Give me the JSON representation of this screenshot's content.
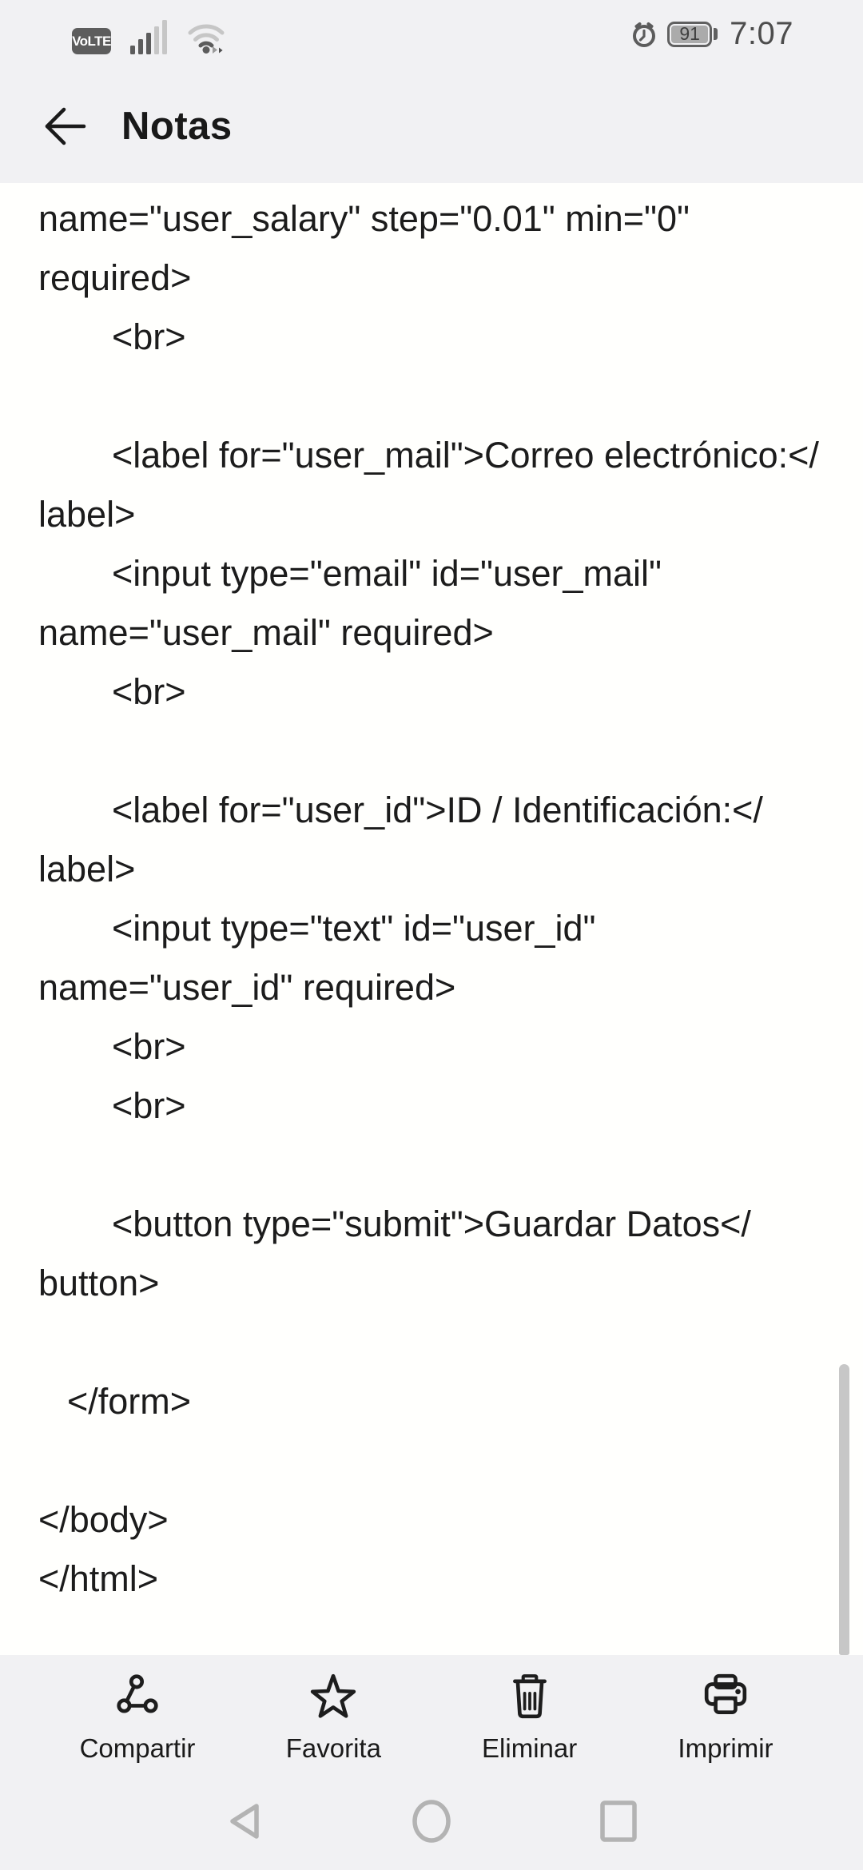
{
  "status_bar": {
    "volte_label": "VoLTE",
    "signal_icon": "signal-bars-icon",
    "wifi_icon": "wifi-icon",
    "alarm_icon": "alarm-clock-icon",
    "battery_icon": "battery-icon",
    "battery_percent": "91",
    "time": "7:07"
  },
  "header": {
    "back_icon": "arrow-left-icon",
    "title": "Notas"
  },
  "note": {
    "lines": [
      {
        "indent": 0,
        "text": "name=\"user_salary\" step=\"0.01\" min=\"0\""
      },
      {
        "indent": 0,
        "text": "required>"
      },
      {
        "indent": 1,
        "text": "<br>"
      },
      {
        "indent": 0,
        "text": ""
      },
      {
        "indent": 1,
        "text": "<label for=\"user_mail\">Correo electrónico:</"
      },
      {
        "indent": 0,
        "text": "label>"
      },
      {
        "indent": 1,
        "text": "<input type=\"email\" id=\"user_mail\""
      },
      {
        "indent": 0,
        "text": "name=\"user_mail\" required>"
      },
      {
        "indent": 1,
        "text": "<br>"
      },
      {
        "indent": 0,
        "text": ""
      },
      {
        "indent": 1,
        "text": "<label for=\"user_id\">ID / Identificación:</"
      },
      {
        "indent": 0,
        "text": "label>"
      },
      {
        "indent": 1,
        "text": "<input type=\"text\" id=\"user_id\""
      },
      {
        "indent": 0,
        "text": "name=\"user_id\" required>"
      },
      {
        "indent": 1,
        "text": "<br>"
      },
      {
        "indent": 1,
        "text": "<br>"
      },
      {
        "indent": 0,
        "text": ""
      },
      {
        "indent": 1,
        "text": "<button type=\"submit\">Guardar Datos</"
      },
      {
        "indent": 0,
        "text": "button>"
      },
      {
        "indent": 0,
        "text": ""
      },
      {
        "indent": 2,
        "text": "</form>"
      },
      {
        "indent": 0,
        "text": ""
      },
      {
        "indent": 0,
        "text": "</body>"
      },
      {
        "indent": 0,
        "text": "</html>"
      }
    ]
  },
  "toolbar": {
    "items": [
      {
        "icon": "share-icon",
        "label": "Compartir"
      },
      {
        "icon": "star-icon",
        "label": "Favorita"
      },
      {
        "icon": "trash-icon",
        "label": "Eliminar"
      },
      {
        "icon": "printer-icon",
        "label": "Imprimir"
      }
    ]
  },
  "nav_bar": {
    "items": [
      {
        "icon": "back-triangle-icon"
      },
      {
        "icon": "home-circle-icon"
      },
      {
        "icon": "recents-square-icon"
      }
    ]
  },
  "colors": {
    "chrome_bg": "#f1f1f3",
    "content_bg": "#fffffd",
    "code_text": "#1c1c1c",
    "status_icon": "#5c5c5c",
    "status_icon_dim": "#c6c6c6",
    "toolbar_icon": "#1d1d1d",
    "nav_icon": "#b3b3b3",
    "scrollbar": "#c7c7c7"
  }
}
